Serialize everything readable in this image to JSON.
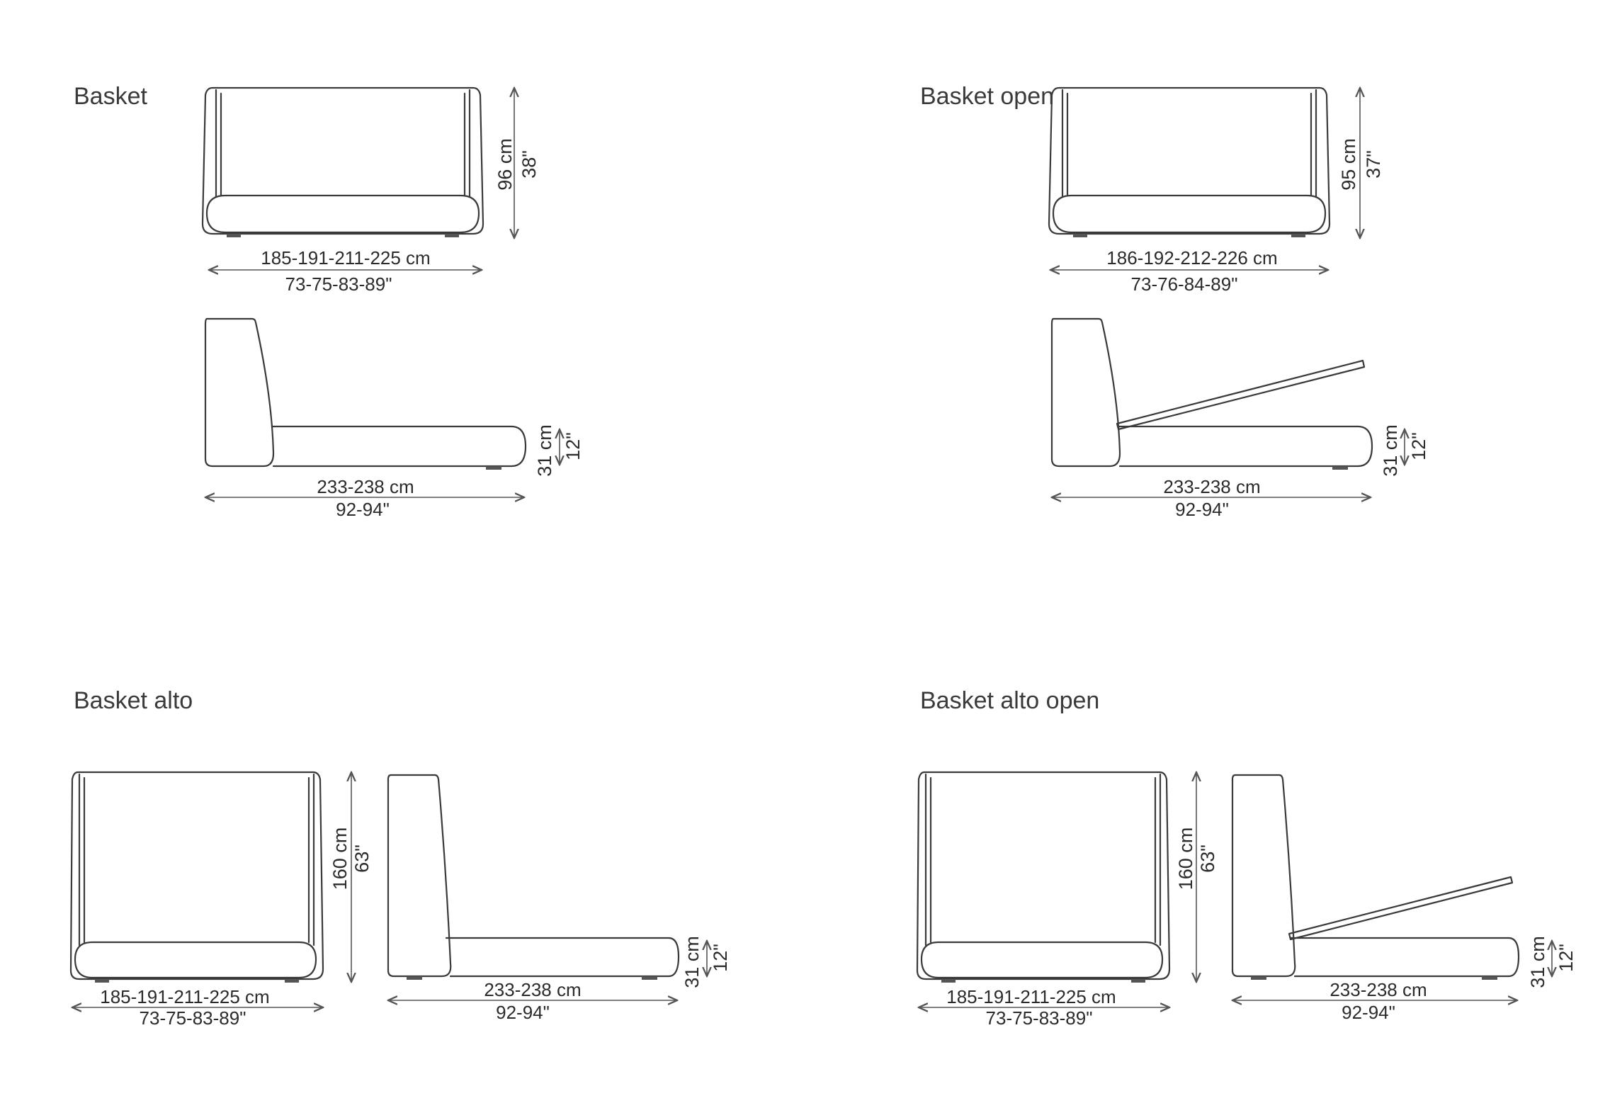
{
  "views": {
    "basket": {
      "title": "Basket",
      "front_width_cm": "185-191-211-225 cm",
      "front_width_in": "73-75-83-89\"",
      "front_height_cm": "96 cm",
      "front_height_in": "38\"",
      "side_length_cm": "233-238 cm",
      "side_length_in": "92-94\"",
      "side_height_cm": "31 cm",
      "side_height_in": "12\""
    },
    "basket_open": {
      "title": "Basket open",
      "front_width_cm": "186-192-212-226 cm",
      "front_width_in": "73-76-84-89\"",
      "front_height_cm": "95 cm",
      "front_height_in": "37\"",
      "side_length_cm": "233-238 cm",
      "side_length_in": "92-94\"",
      "side_height_cm": "31 cm",
      "side_height_in": "12\""
    },
    "basket_alto": {
      "title": "Basket alto",
      "front_width_cm": "185-191-211-225 cm",
      "front_width_in": "73-75-83-89\"",
      "front_height_cm": "160 cm",
      "front_height_in": "63\"",
      "side_length_cm": "233-238 cm",
      "side_length_in": "92-94\"",
      "side_height_cm": "31 cm",
      "side_height_in": "12\""
    },
    "basket_alto_open": {
      "title": "Basket alto open",
      "front_width_cm": "185-191-211-225 cm",
      "front_width_in": "73-75-83-89\"",
      "front_height_cm": "160 cm",
      "front_height_in": "63\"",
      "side_length_cm": "233-238 cm",
      "side_length_in": "92-94\"",
      "side_height_cm": "31 cm",
      "side_height_in": "12\""
    }
  }
}
